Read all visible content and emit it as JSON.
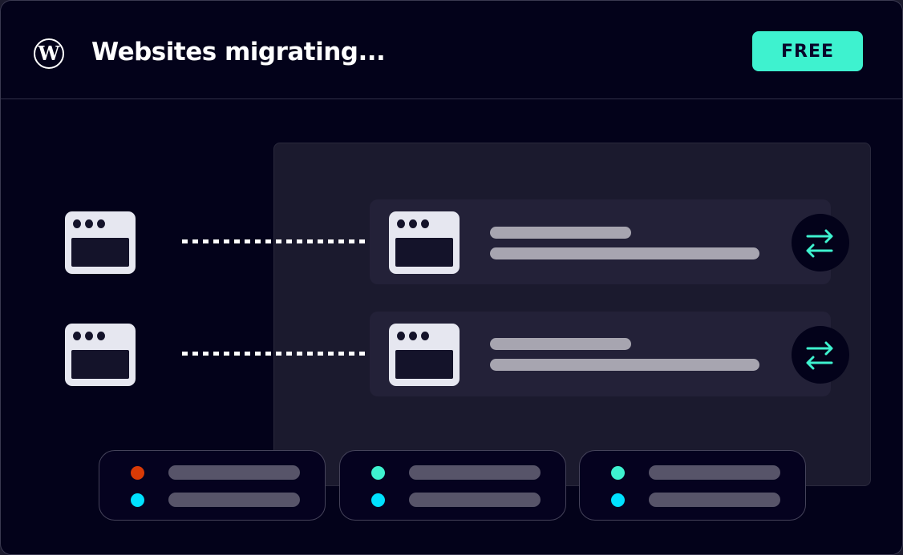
{
  "header": {
    "logo_text": "W",
    "title": "Websites migrating...",
    "badge_label": "FREE"
  },
  "colors": {
    "accent": "#3ef2cf",
    "background": "#03021a",
    "panel": "#1b1a2e",
    "status_red": "#d93a06",
    "status_teal": "#3ef2cf",
    "status_cyan": "#00e1ff"
  },
  "status_cards": [
    {
      "top_dot": "#d93a06",
      "bottom_dot": "#00e1ff"
    },
    {
      "top_dot": "#3ef2cf",
      "bottom_dot": "#00e1ff"
    },
    {
      "top_dot": "#3ef2cf",
      "bottom_dot": "#00e1ff"
    }
  ]
}
